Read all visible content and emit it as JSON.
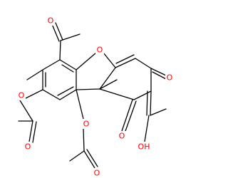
{
  "atom_labels": {
    "acetyl_oxygen": "O",
    "furan_oxygen": "O",
    "ketone_oxygen_right": "O",
    "ketone_oxygen_lower": "O",
    "hydroxyl": "OH",
    "ester_oxygen_upper": "O",
    "ester_carbonyl_oxygen_upper": "O",
    "ester_oxygen_lower": "O",
    "ester_carbonyl_oxygen_lower": "O"
  },
  "colors": {
    "oxygen": "#ff0000",
    "bond": "#000000",
    "background": "#ffffff"
  }
}
